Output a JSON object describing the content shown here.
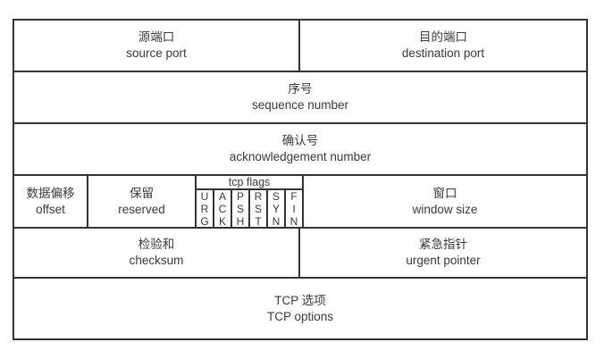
{
  "colors": {
    "border": "#333333",
    "text": "#3a3a3a",
    "background": "#ffffff"
  },
  "fields": {
    "source_port": {
      "zh": "源端口",
      "en": "source port"
    },
    "destination_port": {
      "zh": "目的端口",
      "en": "destination port"
    },
    "sequence_number": {
      "zh": "序号",
      "en": "sequence number"
    },
    "acknowledgement_number": {
      "zh": "确认号",
      "en": "acknowledgement number"
    },
    "data_offset": {
      "zh": "数据偏移",
      "en": "offset"
    },
    "reserved": {
      "zh": "保留",
      "en": "reserved"
    },
    "tcp_flags": {
      "label": "tcp flags",
      "flags": [
        {
          "name": "URG",
          "letters": "U\nR\nG"
        },
        {
          "name": "ACK",
          "letters": "A\nC\nK"
        },
        {
          "name": "PSH",
          "letters": "P\nS\nH"
        },
        {
          "name": "RST",
          "letters": "R\nS\nT"
        },
        {
          "name": "SYN",
          "letters": "S\nY\nN"
        },
        {
          "name": "FIN",
          "letters": "F\nI\nN"
        }
      ]
    },
    "window_size": {
      "zh": "窗口",
      "en": "window size"
    },
    "checksum": {
      "zh": "检验和",
      "en": "checksum"
    },
    "urgent_pointer": {
      "zh": "紧急指针",
      "en": "urgent pointer"
    },
    "tcp_options": {
      "zh": "TCP 选项",
      "en": "TCP options"
    }
  }
}
